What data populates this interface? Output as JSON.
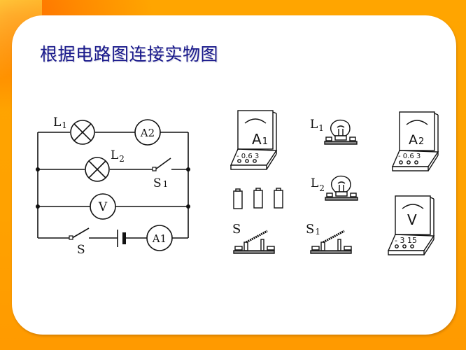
{
  "slide": {
    "title": "根据电路图连接实物图",
    "colors": {
      "background": "#ffa500",
      "panel": "#ffffff",
      "title": "#1a1a8c",
      "line": "#111111"
    }
  },
  "schematic": {
    "components": {
      "L1": {
        "main": "L",
        "sub": "1"
      },
      "L2": {
        "main": "L",
        "sub": "2"
      },
      "A2": "A2",
      "A1": "A1",
      "V": "V",
      "S": "S",
      "S1": {
        "main": "S",
        "sub": "1"
      }
    }
  },
  "physical": {
    "ammeter_a1": {
      "main": "A",
      "sub": "1",
      "scale": "- 0.6 3"
    },
    "ammeter_a2": {
      "main": "A",
      "sub": "2",
      "scale": "- 0.6 3"
    },
    "voltmeter": {
      "main": "V",
      "scale": "- 3 15"
    },
    "bulb_l1": {
      "main": "L",
      "sub": "1"
    },
    "bulb_l2": {
      "main": "L",
      "sub": "2"
    },
    "switch_s": {
      "main": "S"
    },
    "switch_s1": {
      "main": "S",
      "sub": "1"
    },
    "batteries": {
      "count": "3"
    }
  }
}
